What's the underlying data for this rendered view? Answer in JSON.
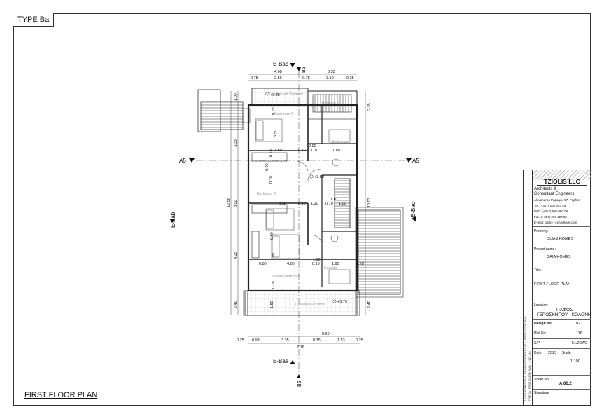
{
  "sheet": {
    "type_label": "TYPE Ba",
    "footer_title": "FIRST FLOOR PLAN"
  },
  "markers": {
    "top": "E-Bac",
    "bottom": "E-Baa",
    "left": "E-Bab",
    "right": "E-Bad",
    "section_a_left": "A5",
    "section_a_right": "A5",
    "section_b_top": "B5",
    "section_b_bottom": "B5"
  },
  "rooms": {
    "uncovered_veranda": "Uncovered Veranda",
    "bathroom_top": "Bathroom",
    "bedroom3": "Bedroom 3",
    "bathroom": "Bathroom",
    "bedroom2": "Bedroom 2",
    "ensuite": "Ensuite",
    "master_bedroom": "Master Bedroom",
    "covered_veranda": "Covered Veranda"
  },
  "levels": {
    "top": "+3.85",
    "center": "+3.80",
    "bottom": "+3.75"
  },
  "dims": {
    "top_total_left": "4.08",
    "top_total_right": "3.35",
    "top_seg": [
      "0.78",
      "2.50",
      "0.78",
      "3.10",
      "0.25"
    ],
    "bottom_seg": [
      "0.25",
      "0.93",
      "3.35",
      "0.75",
      "1.53",
      "0.25"
    ],
    "bottom_mid": "0.60",
    "bottom_total": "7.16",
    "left_outer": [
      "1.00",
      "3.33",
      "3.00",
      "4.25",
      "2.40"
    ],
    "left_total": "12.58",
    "left_inner": [
      "0.28",
      "3.50",
      "0.10",
      "0.90",
      "0.10",
      "0.90",
      "3.90",
      "0.28",
      "1.50"
    ],
    "right_outer": [
      "2.65",
      "10.03",
      "2.40"
    ],
    "row1": [
      "3.50",
      "0.10",
      "1.10",
      "1.80"
    ],
    "row1b": "0.90",
    "row2": [
      "3.50",
      "0.10",
      "1.20",
      "0.70",
      "1.00"
    ],
    "row2b": "0.10",
    "row3": [
      "0.80",
      "4.00",
      "0.10",
      "1.90",
      "0.28"
    ],
    "row3b": "1.90"
  },
  "title_block": {
    "firm": "TZIOLIS LLC",
    "subtitle_line1": "Architects &",
    "subtitle_line2": "Consultant Engineers",
    "address": "Alexandrou Papagou 57, Paphos",
    "tel": "Tel:    (+357) 269 444 45",
    "mob": "Mob:  (+357) 996 090 09",
    "fax": "Fax:   (+357) 269 427 35",
    "email": "E-mail: tziolis-l c@outlook.com",
    "property_label": "Property:",
    "property": "OLIAS HOMES",
    "project_label": "Project name:",
    "project": "GAIA HOMES",
    "title_label": "Title:",
    "title": "FIRST FLOOR PLAN",
    "location_label": "Location:",
    "location1": "ΠΑΦΟΣ",
    "location2": "ΓΕΡΟΣΚΗΠΟΥ - ΚΟΛΟΝΗ",
    "design_label": "Design No:",
    "design": "02",
    "plot_label": "Plot No:",
    "plot": "116",
    "sp_label": "S/P:",
    "sp": "51/20W2",
    "date_label": "Date:",
    "date": "2023",
    "scale_label": "Scale:",
    "scale": "1:100",
    "sheet_label": "Sheet No:",
    "sheet": "A.06.2",
    "signature_label": "Signature",
    "vertical_1": "Z:\\GAIA HOMES\\GAIA - DRAWINGS\\PERMIT\\A.06.2 - FIRST FLOOR PLAN",
    "vertical_2": "TYPE Ba - FIRST FLOOR PLAN - 1:100 - A3"
  }
}
